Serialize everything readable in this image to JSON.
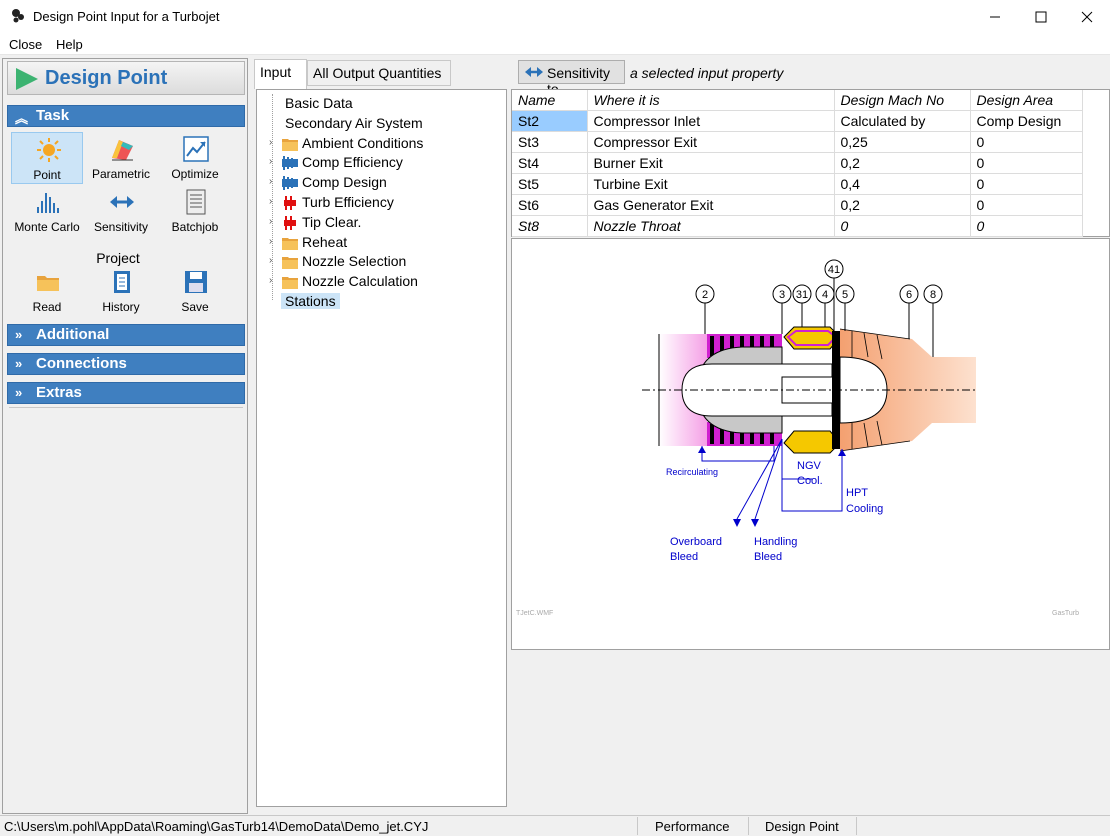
{
  "window": {
    "title": "Design Point Input for a Turbojet",
    "min_icon": "minimize-icon",
    "max_icon": "maximize-icon",
    "close_icon": "close-icon"
  },
  "menu": {
    "close": "Close",
    "help": "Help"
  },
  "left": {
    "header": "Design Point",
    "task_label": "Task",
    "tools": [
      {
        "label": "Point",
        "icon": "sun-icon"
      },
      {
        "label": "Parametric",
        "icon": "parametric-icon"
      },
      {
        "label": "Optimize",
        "icon": "optimize-icon"
      },
      {
        "label": "Monte Carlo",
        "icon": "monte-carlo-icon"
      },
      {
        "label": "Sensitivity",
        "icon": "sensitivity-icon"
      },
      {
        "label": "Batchjob",
        "icon": "batchjob-icon"
      }
    ],
    "project_label": "Project",
    "project_tools": [
      {
        "label": "Read",
        "icon": "folder-icon"
      },
      {
        "label": "History",
        "icon": "history-icon"
      },
      {
        "label": "Save",
        "icon": "save-icon"
      }
    ],
    "sections": [
      "Additional",
      "Connections",
      "Extras"
    ]
  },
  "tabs": {
    "input": "Input",
    "outputs": "All Output Quantities"
  },
  "tree": [
    {
      "label": "Basic Data",
      "expandable": false,
      "icon": "none"
    },
    {
      "label": "Secondary Air System",
      "expandable": false,
      "icon": "none"
    },
    {
      "label": "Ambient Conditions",
      "expandable": true,
      "icon": "folder-icon"
    },
    {
      "label": "Comp Efficiency",
      "expandable": true,
      "icon": "compressor-icon"
    },
    {
      "label": "Comp Design",
      "expandable": true,
      "icon": "compressor-icon"
    },
    {
      "label": "Turb Efficiency",
      "expandable": true,
      "icon": "turbine-icon"
    },
    {
      "label": "Tip Clear.",
      "expandable": true,
      "icon": "turbine-icon"
    },
    {
      "label": "Reheat",
      "expandable": true,
      "icon": "folder-icon"
    },
    {
      "label": "Nozzle Selection",
      "expandable": true,
      "icon": "folder-icon"
    },
    {
      "label": "Nozzle Calculation",
      "expandable": true,
      "icon": "folder-icon"
    },
    {
      "label": "Stations",
      "expandable": false,
      "icon": "none",
      "selected": true
    }
  ],
  "sensitivity": {
    "button": "Sensitivity to",
    "hint": "a selected input property"
  },
  "grid": {
    "headers": [
      "Name",
      "Where it is",
      "Design Mach No",
      "Design Area"
    ],
    "rows": [
      [
        "St2",
        "Compressor Inlet",
        "Calculated by",
        "Comp Design"
      ],
      [
        "St3",
        "Compressor Exit",
        "0,25",
        "0"
      ],
      [
        "St4",
        "Burner Exit",
        "0,2",
        "0"
      ],
      [
        "St5",
        "Turbine Exit",
        "0,4",
        "0"
      ],
      [
        "St6",
        "Gas Generator Exit",
        "0,2",
        "0"
      ],
      [
        "St8",
        "Nozzle Throat",
        "0",
        "0"
      ]
    ]
  },
  "diagram": {
    "stations": [
      "2",
      "3",
      "31",
      "4",
      "41",
      "5",
      "6",
      "8"
    ],
    "labels": {
      "recirculating": "Recirculating",
      "ngv1": "NGV",
      "ngv2": "Cool.",
      "hpt1": "HPT",
      "hpt2": "Cooling",
      "overboard1": "Overboard",
      "overboard2": "Bleed",
      "handling1": "Handling",
      "handling2": "Bleed",
      "file": "TJetC.WMF",
      "brand": "GasTurb"
    }
  },
  "status": {
    "path": "C:\\Users\\m.pohl\\AppData\\Roaming\\GasTurb14\\DemoData\\Demo_jet.CYJ",
    "mode": "Performance",
    "task": "Design Point"
  }
}
